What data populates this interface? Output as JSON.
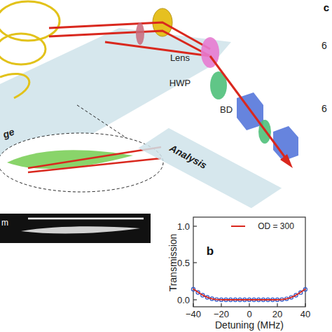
{
  "diagram": {
    "nodes": [
      {
        "text": [
          "Analysis"
        ]
      }
    ],
    "labels": [
      "Lens",
      "HWP",
      "BD",
      "ge",
      "m",
      "b",
      "OD = 300",
      "Transmission",
      "Detuning (MHz)",
      "1.0",
      "0.5",
      "0.0",
      "−40",
      "−20",
      "0",
      "20",
      "40",
      "6",
      "6",
      "c"
    ]
  }
}
